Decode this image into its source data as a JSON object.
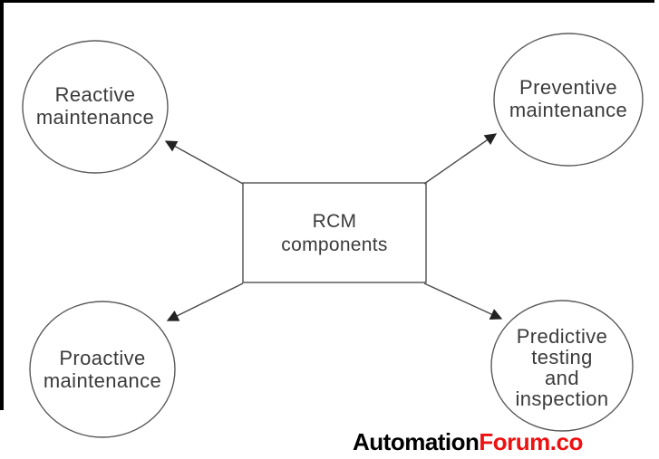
{
  "diagram": {
    "center_box": {
      "label": "RCM\ncomponents"
    },
    "nodes": [
      {
        "id": "reactive",
        "label": "Reactive\nmaintenance"
      },
      {
        "id": "preventive",
        "label": "Preventive\nmaintenance"
      },
      {
        "id": "proactive",
        "label": "Proactive\nmaintenance"
      },
      {
        "id": "predictive",
        "label": "Predictive\ntesting and\ninspection"
      }
    ]
  },
  "watermark": {
    "part1": "Automation",
    "part2": "Forum.co",
    "part1_color": "#000000",
    "part2_color": "#ee1111"
  },
  "colors": {
    "background": "#ffffff",
    "diagram_text": "#3b3b3b",
    "shape_stroke": "#5a5a5a",
    "arrow_stroke": "#4a4a4a",
    "arrowhead_fill": "#222222",
    "scan_border": "#000000"
  }
}
